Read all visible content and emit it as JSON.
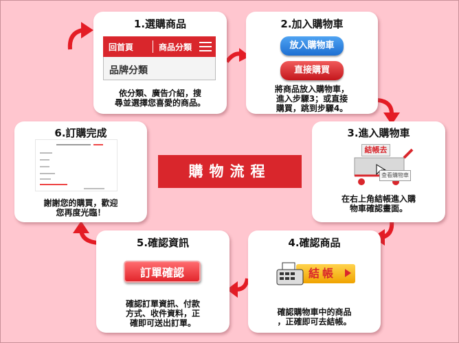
{
  "center_title": "購物流程",
  "steps": [
    {
      "title": "1.選購商品",
      "desc": [
        "依分類、廣告介紹，搜",
        "尋並選擇您喜愛的商品。"
      ],
      "nav_home": "回首頁",
      "nav_category": "商品分類",
      "brand_label": "品牌分類"
    },
    {
      "title": "2.加入購物車",
      "desc": [
        "將商品放入購物車，",
        "進入步驟3；或直接",
        "購買，跳到步驟4。"
      ],
      "btn_add": "放入購物車",
      "btn_buy": "直接購買"
    },
    {
      "title": "3.進入購物車",
      "desc": [
        "在右上角結帳進入購",
        "物車確認畫面。"
      ],
      "cart_label": "結帳去",
      "view_cart": "查看購物車"
    },
    {
      "title": "4.確認商品",
      "desc": [
        "確認購物車中的商品",
        "，正確即可去結帳。"
      ],
      "checkout_label": "結帳"
    },
    {
      "title": "5.確認資訊",
      "desc": [
        "確認訂單資訊、付款",
        "方式、收件資料，正",
        "確即可送出訂單。"
      ],
      "confirm_label": "訂單確認"
    },
    {
      "title": "6.訂購完成",
      "desc": [
        "謝謝您的購買，歡迎",
        "您再度光臨！"
      ]
    }
  ]
}
